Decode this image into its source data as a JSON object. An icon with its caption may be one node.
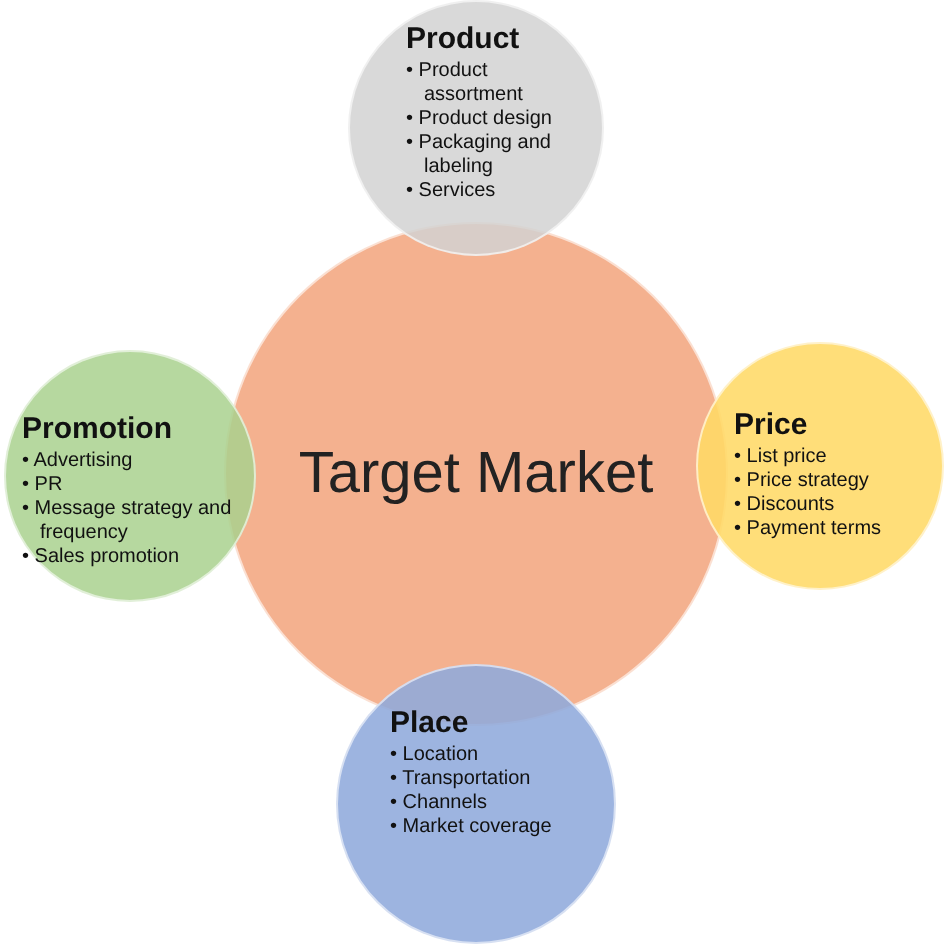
{
  "diagram": {
    "nodes": [
      {
        "text": [
          "Target Market"
        ]
      },
      {
        "text": [
          "Product",
          "• Product assortment",
          "• Product design",
          "• Packaging and labeling",
          "• Services"
        ]
      },
      {
        "text": [
          "Promotion",
          "• Advertising",
          "• PR",
          "• Message strategy and frequency",
          "• Sales promotion"
        ]
      },
      {
        "text": [
          "Price",
          "• List price",
          "• Price strategy",
          "• Discounts",
          "• Payment terms"
        ]
      },
      {
        "text": [
          "Place",
          "• Location",
          "• Transportation",
          "• Channels",
          "• Market coverage"
        ]
      }
    ]
  }
}
